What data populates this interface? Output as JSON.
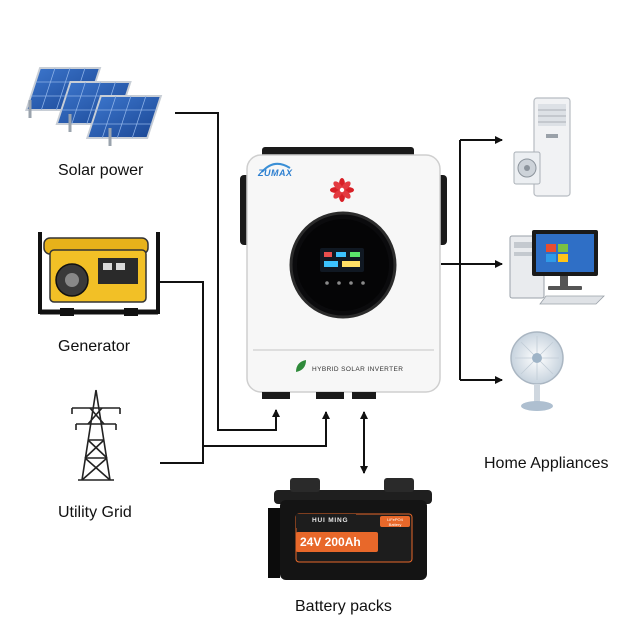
{
  "sources": {
    "solar": {
      "label": "Solar power"
    },
    "generator": {
      "label": "Generator"
    },
    "grid": {
      "label": "Utility Grid"
    }
  },
  "inverter": {
    "brand": "ZUMAX",
    "model_label": "HYBRID SOLAR INVERTER",
    "body_color": "#f7f7f7",
    "display_color": "#0b0b0d"
  },
  "battery": {
    "label": "Battery packs",
    "brand": "HUI MING",
    "spec": "24V 200Ah",
    "chemistry": "LiFePO4 Battery",
    "accent_color": "#e8682a"
  },
  "loads": {
    "label": "Home Appliances",
    "items": [
      "air-conditioner",
      "desktop-computer",
      "electric-fan"
    ]
  },
  "colors": {
    "line": "#111111"
  }
}
